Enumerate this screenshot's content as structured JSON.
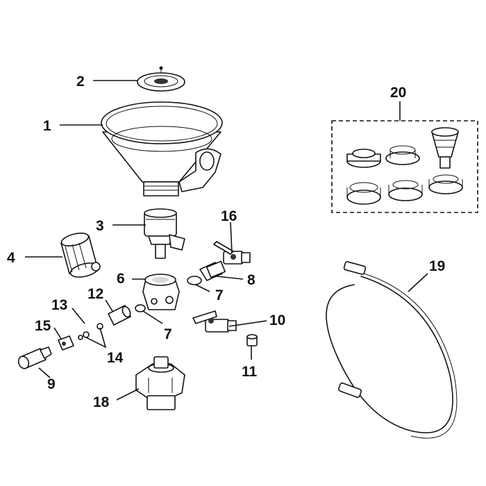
{
  "diagram": {
    "callouts": {
      "c1": "1",
      "c2": "2",
      "c3": "3",
      "c4": "4",
      "c5": "6",
      "c6": "7",
      "c7": "7",
      "c8": "8",
      "c9": "9",
      "c10": "10",
      "c11": "11",
      "c12": "12",
      "c13": "13",
      "c14": "14",
      "c15": "15",
      "c16": "16",
      "c17": "18",
      "c18": "19",
      "c19": "20"
    }
  }
}
